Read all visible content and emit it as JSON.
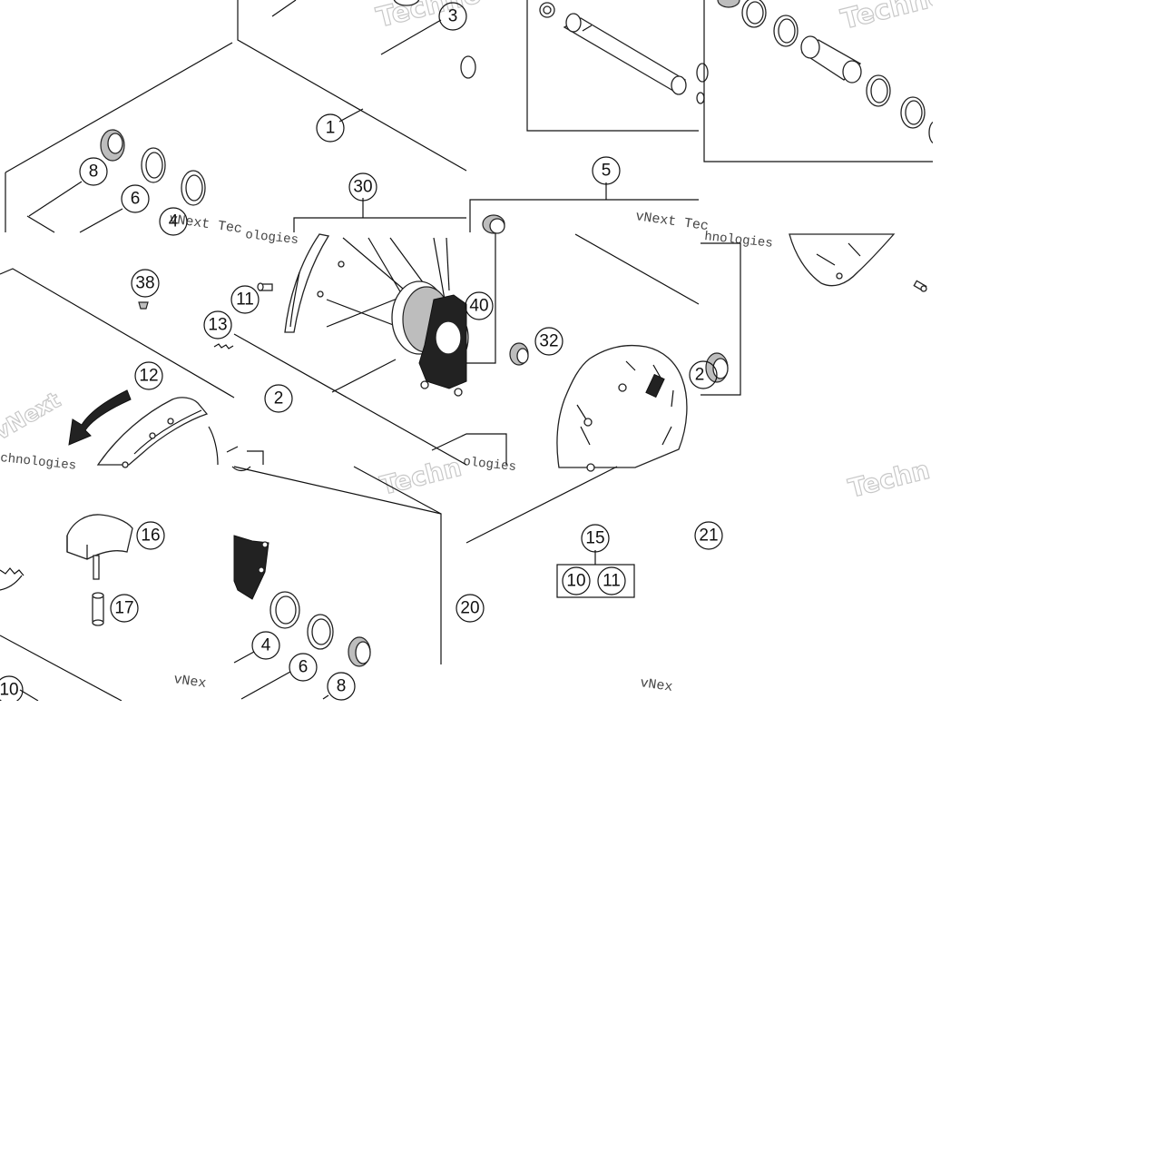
{
  "diagram": {
    "callouts": {
      "c1": "1",
      "c2": "2",
      "c3": "3",
      "c4a": "4",
      "c4b": "4",
      "c5": "5",
      "c6a": "6",
      "c6b": "6",
      "c8a": "8",
      "c8b": "8",
      "c10a": "10",
      "c10b": "10",
      "c11a": "11",
      "c11b": "11",
      "c12": "12",
      "c13": "13",
      "c15": "15",
      "c16": "16",
      "c17": "17",
      "c21": "21",
      "c30": "30",
      "c32": "32",
      "c38": "38",
      "c40": "40",
      "c2right": "2",
      "c20": "20"
    },
    "watermarks": {
      "techno_1": "Techno",
      "techno_2": "Techno",
      "vnext_1": "vNext Tec",
      "vnext_2": "vNext Tec",
      "logies_1": "ologies",
      "logies_2": "hnologies",
      "chnologies_3": "chnologies",
      "techn_3": "Techn",
      "techn_4": "Techn",
      "vnex_5": "vNex",
      "vnex_6": "vNex",
      "vnext_7": "vNext",
      "logies_8": "ologies"
    }
  }
}
